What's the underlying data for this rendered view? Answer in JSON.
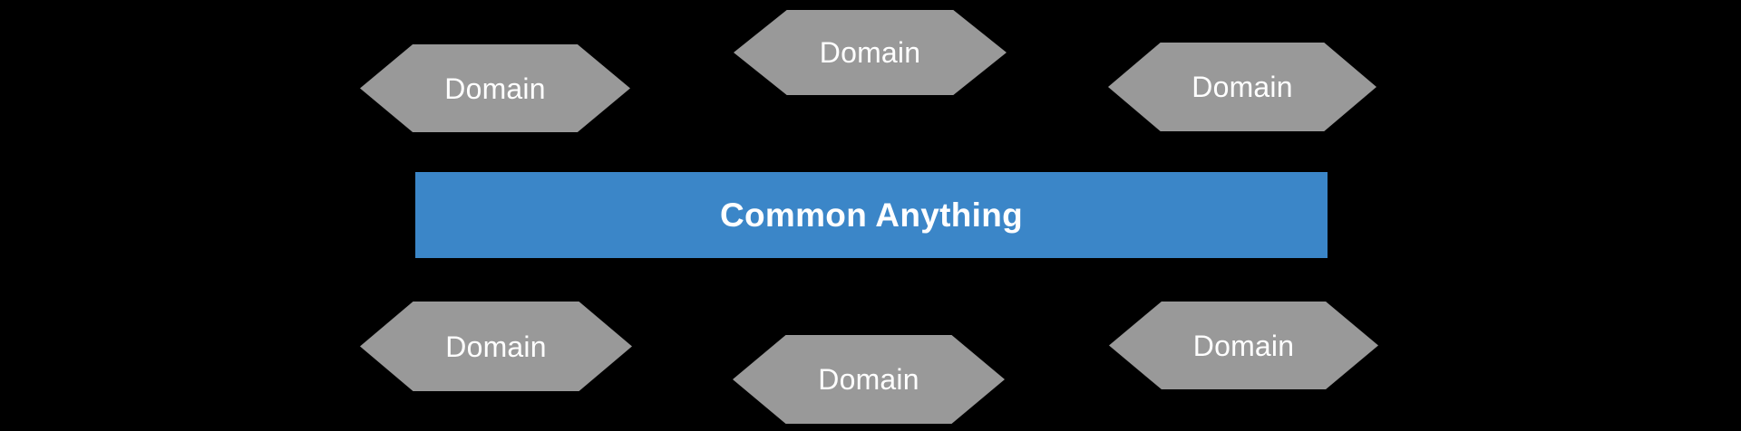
{
  "diagram": {
    "background_color": "#000000",
    "title": "",
    "center_block": {
      "label": "Common Anything",
      "fill_color": "#3b86c8",
      "text_color": "#ffffff",
      "shape": "rectangle"
    },
    "node_style": {
      "fill_color": "#999999",
      "text_color": "#ffffff",
      "shape": "hexagon"
    },
    "top_row": [
      {
        "label": "Domain",
        "position": "top-left"
      },
      {
        "label": "Domain",
        "position": "top-center"
      },
      {
        "label": "Domain",
        "position": "top-right"
      }
    ],
    "bottom_row": [
      {
        "label": "Domain",
        "position": "bottom-left"
      },
      {
        "label": "Domain",
        "position": "bottom-center"
      },
      {
        "label": "Domain",
        "position": "bottom-right"
      }
    ]
  }
}
